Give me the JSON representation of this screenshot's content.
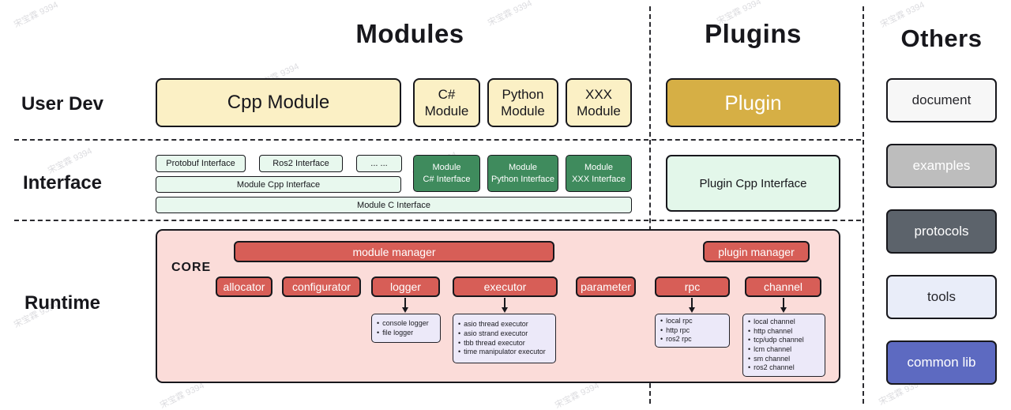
{
  "watermark": {
    "text": "宋宝霖 9394"
  },
  "headers": {
    "modules": "Modules",
    "plugins": "Plugins",
    "others": "Others"
  },
  "row_labels": {
    "user_dev": "User Dev",
    "interface": "Interface",
    "runtime": "Runtime"
  },
  "modules": {
    "cpp_module": "Cpp Module",
    "csharp_module": {
      "line1": "C#",
      "line2": "Module"
    },
    "python_module": {
      "line1": "Python",
      "line2": "Module"
    },
    "xxx_module": {
      "line1": "XXX",
      "line2": "Module"
    },
    "interface": {
      "protobuf": "Protobuf Interface",
      "ros2": "Ros2 Interface",
      "more": "... ...",
      "module_cpp": "Module Cpp Interface",
      "module_c": "Module C Interface",
      "module_csharp": {
        "line1": "Module",
        "line2": "C# Interface"
      },
      "module_python": {
        "line1": "Module",
        "line2": "Python Interface"
      },
      "module_xxx": {
        "line1": "Module",
        "line2": "XXX Interface"
      }
    }
  },
  "plugins": {
    "plugin": "Plugin",
    "plugin_cpp_interface": "Plugin Cpp Interface"
  },
  "runtime": {
    "core": "CORE",
    "module_manager": "module manager",
    "plugin_manager": "plugin manager",
    "components": [
      "allocator",
      "configurator",
      "logger",
      "executor",
      "parameter",
      "rpc",
      "channel"
    ],
    "logger_impls": [
      "console logger",
      "file logger"
    ],
    "executor_impls": [
      "asio thread executor",
      "asio strand executor",
      "tbb thread executor",
      "time manipulator executor"
    ],
    "rpc_impls": [
      "local rpc",
      "http rpc",
      "ros2 rpc"
    ],
    "channel_impls": [
      "local channel",
      "http channel",
      "tcp/udp channel",
      "lcm channel",
      "sm channel",
      "ros2 channel"
    ]
  },
  "others": {
    "items": [
      {
        "label": "document"
      },
      {
        "label": "examples"
      },
      {
        "label": "protocols"
      },
      {
        "label": "tools"
      },
      {
        "label": "common lib"
      }
    ]
  },
  "colors": {
    "cream": "#FBF0C5",
    "gold": "#D6AF45",
    "light_green": "#E8F8EE",
    "dark_green": "#3F8B5D",
    "pink_core": "#FBDCD9",
    "red_component": "#D75E57",
    "lavender_list": "#ECE9F9",
    "others_document": "#F7F7F7",
    "others_examples": "#BDBDBD",
    "others_protocols": "#5C636B",
    "others_tools": "#E9EDF9",
    "others_common_lib": "#5D6AC1"
  }
}
